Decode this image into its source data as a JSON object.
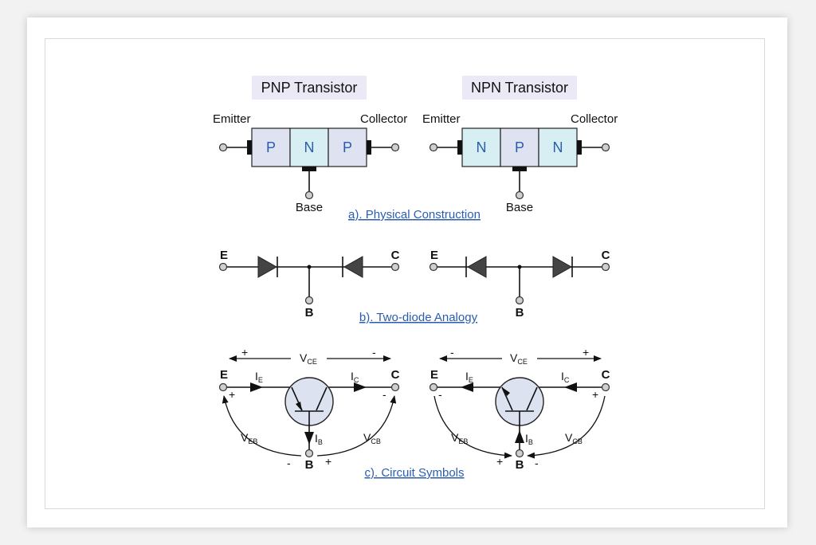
{
  "pnp": {
    "title": "PNP Transistor",
    "emitter": "Emitter",
    "collector": "Collector",
    "base": "Base",
    "layers": [
      "P",
      "N",
      "P"
    ]
  },
  "npn": {
    "title": "NPN Transistor",
    "emitter": "Emitter",
    "collector": "Collector",
    "base": "Base",
    "layers": [
      "N",
      "P",
      "N"
    ]
  },
  "captions": {
    "physical": "a).  Physical Construction",
    "diode": "b).  Two-diode Analogy",
    "circuit": "c).  Circuit Symbols"
  },
  "terminals": {
    "E": "E",
    "B": "B",
    "C": "C"
  },
  "voltages": {
    "vce": "V",
    "vce_sub": "CE",
    "veb": "V",
    "veb_sub": "EB",
    "vcb": "V",
    "vcb_sub": "CB"
  },
  "currents": {
    "ie": "I",
    "ie_sub": "E",
    "ic": "I",
    "ic_sub": "C",
    "ib": "I",
    "ib_sub": "B"
  },
  "signs": {
    "plus": "+",
    "minus": "-"
  },
  "colors": {
    "p_layer": "#dfe2f1",
    "n_layer": "#d7eef3",
    "title_bg": "#ebe9f5",
    "caption": "#2a5db0"
  }
}
